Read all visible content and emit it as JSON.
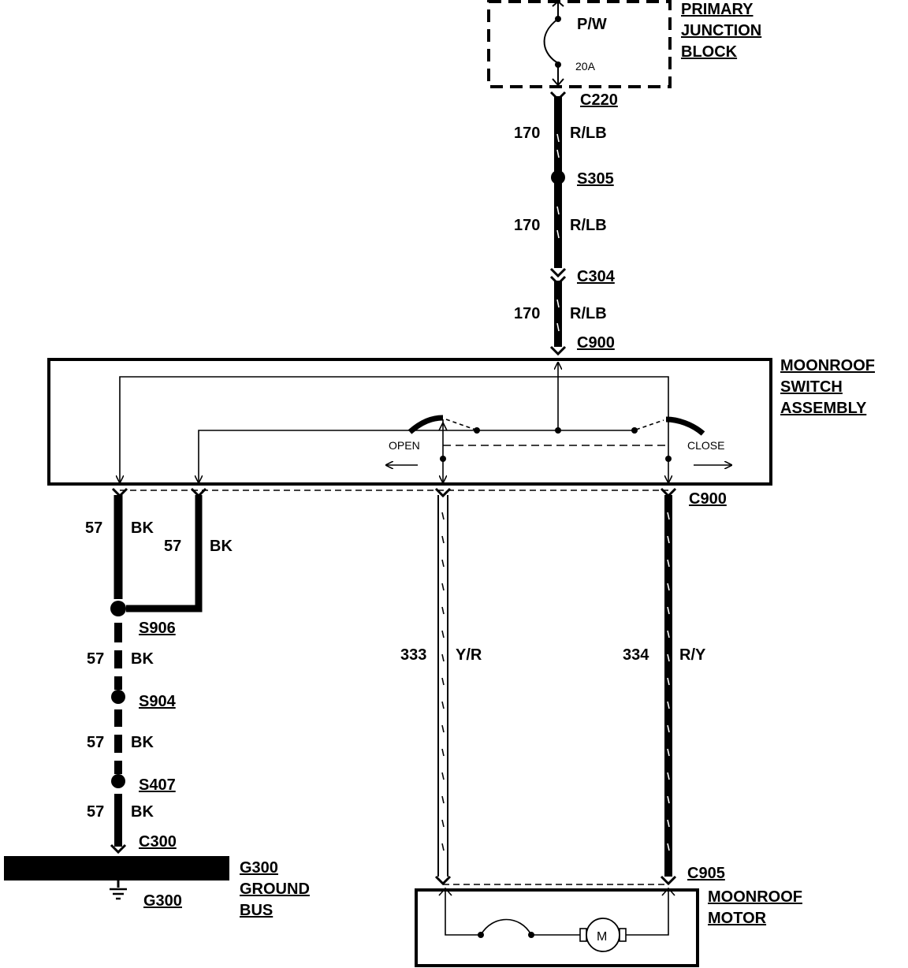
{
  "junction_block": {
    "lines": [
      "PRIMARY",
      "JUNCTION",
      "BLOCK"
    ],
    "fuse_name": "P/W",
    "fuse_rating": "20A"
  },
  "switch_assembly": {
    "lines": [
      "MOONROOF",
      "SWITCH",
      "ASSEMBLY"
    ],
    "open_label": "OPEN",
    "close_label": "CLOSE"
  },
  "motor": {
    "lines": [
      "MOONROOF",
      "MOTOR"
    ],
    "symbol": "M"
  },
  "ground_bus": {
    "lines": [
      "G300",
      "GROUND",
      "BUS"
    ],
    "ground_label": "G300"
  },
  "connectors": {
    "c220": "C220",
    "c304": "C304",
    "c900_top": "C900",
    "c900_bottom": "C900",
    "c300": "C300",
    "c905": "C905"
  },
  "splices": {
    "s305": "S305",
    "s906": "S906",
    "s904": "S904",
    "s407": "S407"
  },
  "wires": {
    "w170_1": {
      "circuit": "170",
      "color": "R/LB"
    },
    "w170_2": {
      "circuit": "170",
      "color": "R/LB"
    },
    "w170_3": {
      "circuit": "170",
      "color": "R/LB"
    },
    "w57_a": {
      "circuit": "57",
      "color": "BK"
    },
    "w57_b": {
      "circuit": "57",
      "color": "BK"
    },
    "w57_c": {
      "circuit": "57",
      "color": "BK"
    },
    "w57_d": {
      "circuit": "57",
      "color": "BK"
    },
    "w57_e": {
      "circuit": "57",
      "color": "BK"
    },
    "w333": {
      "circuit": "333",
      "color": "Y/R"
    },
    "w334": {
      "circuit": "334",
      "color": "R/Y"
    }
  }
}
